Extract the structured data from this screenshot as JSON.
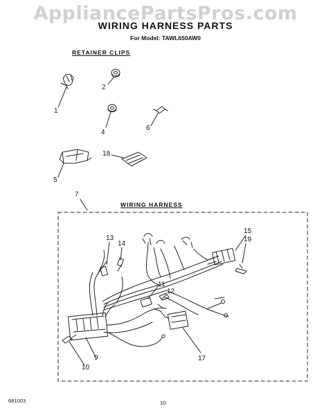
{
  "watermark": "AppliancePartsPros.com",
  "header": {
    "title": "WIRING HARNESS PARTS",
    "model": "For Model: TAWL650AW0"
  },
  "sections": {
    "retainer_clips": "RETAINER CLIPS",
    "wiring_harness": "WIRING HARNESS"
  },
  "callouts": [
    "1",
    "2",
    "4",
    "6",
    "5",
    "18",
    "7",
    "13",
    "14",
    "15",
    "19",
    "11",
    "12",
    "10",
    "9",
    "17"
  ],
  "footer": {
    "doc_number": "681003",
    "page_number": "10"
  }
}
